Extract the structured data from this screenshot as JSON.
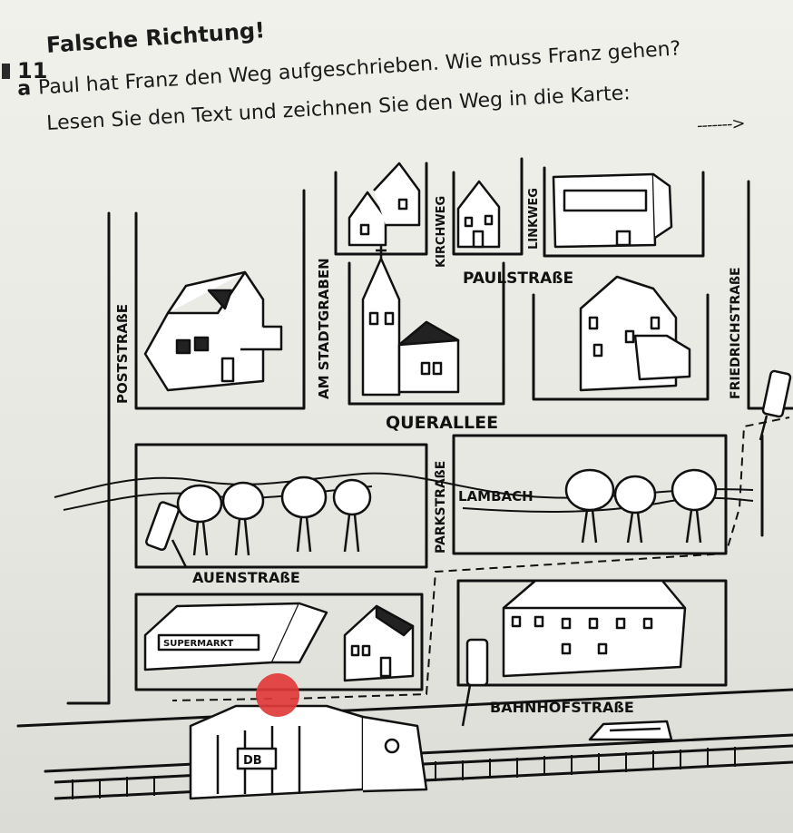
{
  "exercise": {
    "number": "11",
    "title": "Falsche Richtung!",
    "task_marker": "a",
    "line1": "Paul hat Franz den Weg aufgeschrieben. Wie muss Franz gehen?",
    "line2": "Lesen Sie den Text und zeichnen Sie den Weg in die Karte:",
    "arrow_sample": "------->"
  },
  "map": {
    "streets": {
      "poststrasse": "POSTSTRAßE",
      "am_stadtgraben": "AM STADTGRABEN",
      "kirchweg": "KIRCHWEG",
      "linkweg": "LINKWEG",
      "paulstrasse": "PAULSTRAßE",
      "friedrichstrasse": "FRIEDRICHSTRAßE",
      "querallee": "QUERALLEE",
      "parkstrasse": "PARKSTRAßE",
      "lambach": "LAMBACH",
      "auenstrasse": "AUENSTRAßE",
      "bahnhofstrasse": "BAHNHOFSTRAßE"
    },
    "signs": {
      "supermarkt": "SUPERMARKT",
      "db": "DB"
    },
    "colors": {
      "start_marker": "#e03a3a",
      "ink": "#111111"
    }
  }
}
